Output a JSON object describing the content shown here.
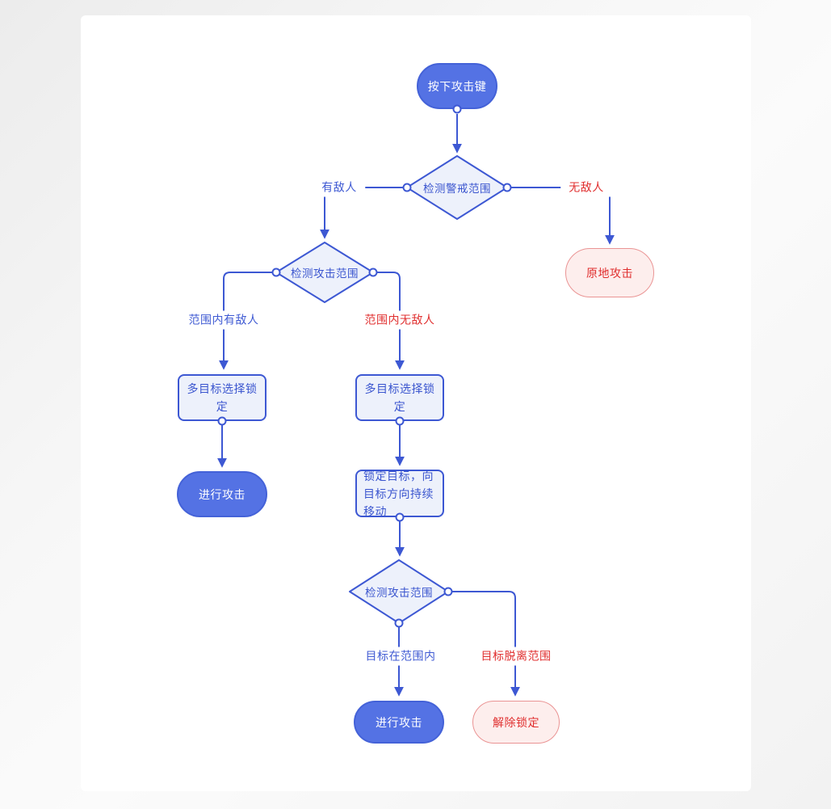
{
  "nodes": {
    "start": {
      "label": "按下攻击键"
    },
    "detect_alert_range": {
      "label": "检测警戒范围"
    },
    "attack_in_place": {
      "label": "原地攻击"
    },
    "detect_attack_range_1": {
      "label": "检测攻击范围"
    },
    "multi_lock_left": {
      "label": "多目标选择锁定"
    },
    "multi_lock_right": {
      "label": "多目标选择锁定"
    },
    "attack_left": {
      "label": "进行攻击"
    },
    "lock_and_move": {
      "label": "锁定目标，向目标方向持续移动"
    },
    "detect_attack_range_2": {
      "label": "检测攻击范围"
    },
    "attack_bottom": {
      "label": "进行攻击"
    },
    "unlock": {
      "label": "解除锁定"
    }
  },
  "edge_labels": {
    "has_enemy": {
      "label": "有敌人",
      "color": "#3f5ad3"
    },
    "no_enemy": {
      "label": "无敌人",
      "color": "#e02f2f"
    },
    "enemy_in_range": {
      "label": "范围内有敌人",
      "color": "#3f5ad3"
    },
    "no_enemy_in_range": {
      "label": "范围内无敌人",
      "color": "#e02f2f"
    },
    "target_in_range": {
      "label": "目标在范围内",
      "color": "#3f5ad3"
    },
    "target_out_of_range": {
      "label": "目标脱离范围",
      "color": "#e02f2f"
    }
  },
  "colors": {
    "node_blue_fill": "#5472e4",
    "node_blue_border": "#4462d8",
    "line_blue": "#3d58d3",
    "light_blue_fill": "#edf1fb",
    "text_blue": "#3a55cf",
    "red_text": "#e02f2f",
    "pink_fill": "#fdeeed",
    "pink_border": "#ea9494",
    "canvas_white": "#ffffff",
    "background_gray": "#f1f1f1"
  }
}
